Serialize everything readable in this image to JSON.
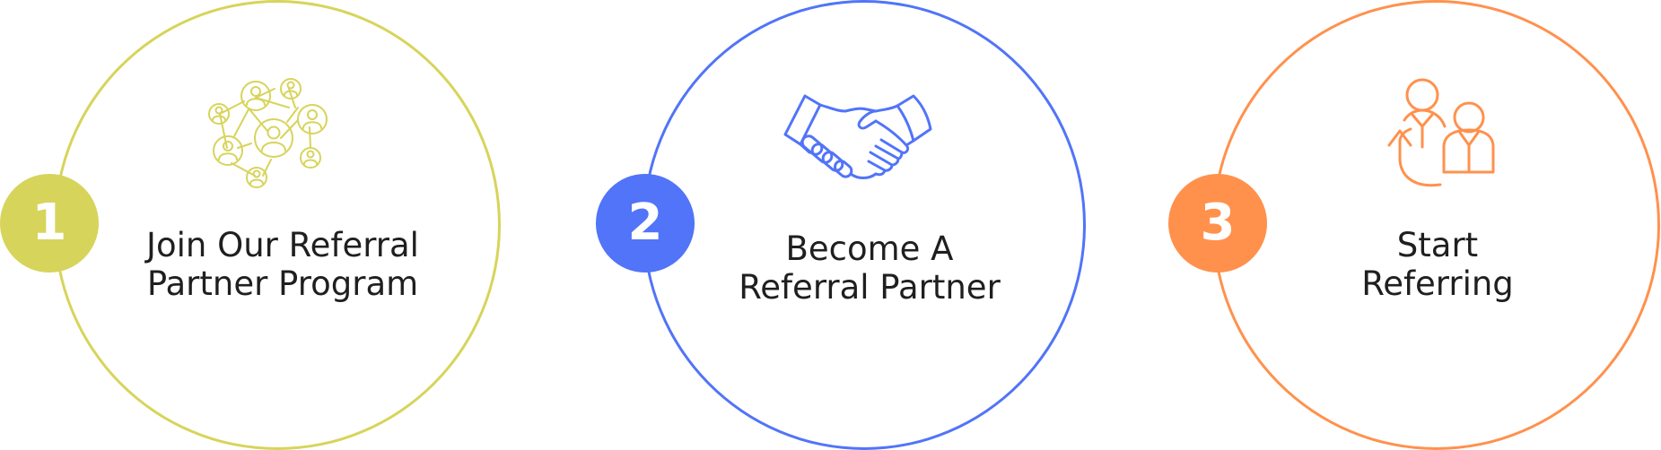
{
  "colors": {
    "step1": "#d7d45b",
    "step2": "#5174f8",
    "step3": "#ff914d",
    "text": "#1f1f1f"
  },
  "steps": [
    {
      "number": "1",
      "line1": "Join Our Referral",
      "line2": "Partner Program",
      "icon": "network-people-icon"
    },
    {
      "number": "2",
      "line1": "Become A",
      "line2": "Referral Partner",
      "icon": "handshake-icon"
    },
    {
      "number": "3",
      "line1": "Start",
      "line2": "Referring",
      "icon": "referral-people-icon"
    }
  ]
}
